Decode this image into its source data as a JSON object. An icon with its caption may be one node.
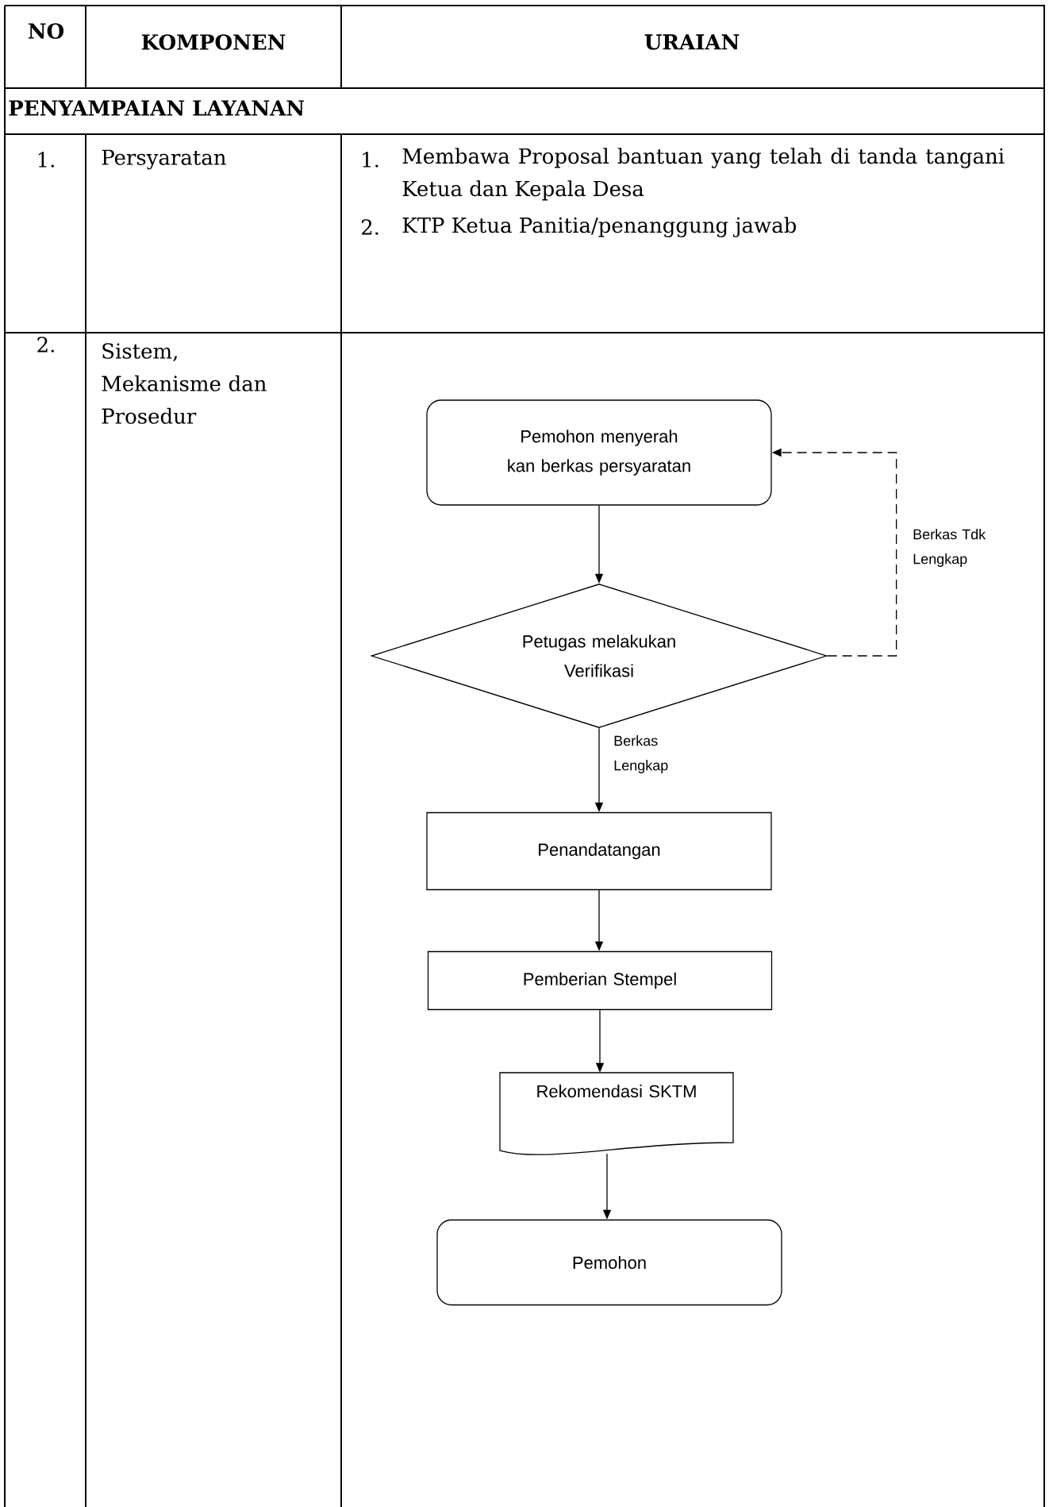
{
  "diagram": {
    "nodes": [
      {
        "text": [
          "Pemohon menyerah kan berkas persyaratan"
        ]
      },
      {
        "text": [
          "Petugas  melakukan Verifikasi"
        ]
      },
      {
        "text": [
          "Penandatangan"
        ]
      },
      {
        "text": [
          "Pemberian Stempel"
        ]
      },
      {
        "text": [
          "Rekomendasi SKTM"
        ]
      },
      {
        "text": [
          "Pemohon"
        ]
      }
    ],
    "edges": [
      {
        "from": 0,
        "to": 1,
        "arrow": "to"
      },
      {
        "from": 1,
        "to": 2,
        "arrow": "to",
        "label": "Berkas Lengkap"
      },
      {
        "from": 2,
        "to": 3,
        "arrow": "to"
      },
      {
        "from": 3,
        "to": 4,
        "arrow": "to"
      },
      {
        "from": 4,
        "to": 5,
        "arrow": "to"
      },
      {
        "from": 1,
        "to": 0,
        "arrow": "to",
        "label": "Berkas Tdk Lengkap",
        "style": "dashed"
      }
    ],
    "labels": [
      "NO",
      "KOMPONEN",
      "URAIAN",
      "PENYAMPAIAN LAYANAN",
      "1.",
      "Persyaratan",
      "1.",
      "Membawa Proposal bantuan yang telah di tanda tangani Ketua dan Kepala Desa",
      "2.",
      "KTP Ketua Panitia/penanggung jawab",
      "2.",
      "Sistem, Mekanisme dan Prosedur"
    ]
  }
}
